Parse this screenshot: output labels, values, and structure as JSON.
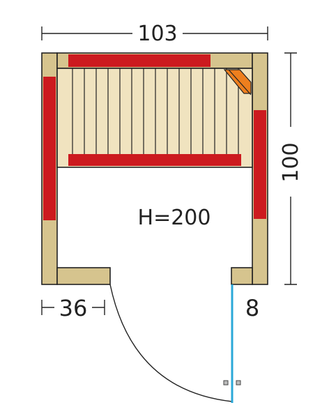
{
  "dimensions": {
    "width_label": "103",
    "depth_label": "100",
    "height_label": "H=200",
    "door_side_label": "36",
    "door_offset_label": "8"
  },
  "colors": {
    "wood": "#d6c48e",
    "slat": "#f0e3bf",
    "heater_red": "#cc1a1f",
    "stove_orange": "#ee7f1e",
    "glass_door": "#2aa8d8",
    "line": "#222222"
  }
}
